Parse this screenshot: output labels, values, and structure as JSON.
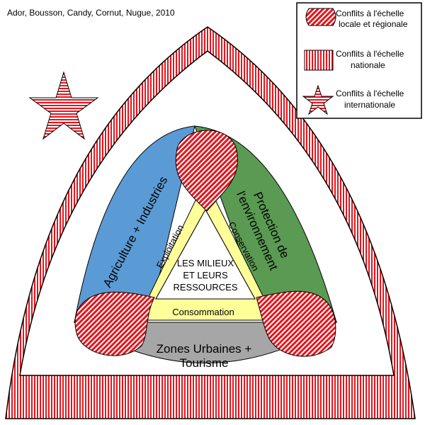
{
  "citation": "Ador, Bousson, Candy, Cornut, Nugue, 2010",
  "legend": {
    "local_line1": "Conflits à l'échelle",
    "local_line2": "locale et régionale",
    "national_line1": "Conflits à l'échelle",
    "national_line2": "nationale",
    "international_line1": "Conflits à l'échelle",
    "international_line2": "internationale"
  },
  "sectors": {
    "agriculture": "Agriculture + Industries",
    "environment_line1": "Protection de",
    "environment_line2": "l'environnement",
    "urban_line1": "Zones Urbaines +",
    "urban_line2": "Tourisme"
  },
  "uses": {
    "exploitation": "Exploitation",
    "conservation": "Conservation",
    "consommation": "Consommation"
  },
  "center": {
    "line1": "LES MILIEUX",
    "line2": "ET LEURS",
    "line3": "RESSOURCES"
  },
  "colors": {
    "red": "#e8141c",
    "blue": "#5b9bd5",
    "green": "#5a9a52",
    "gray": "#a6a6a6",
    "yellow": "#ffff99"
  }
}
